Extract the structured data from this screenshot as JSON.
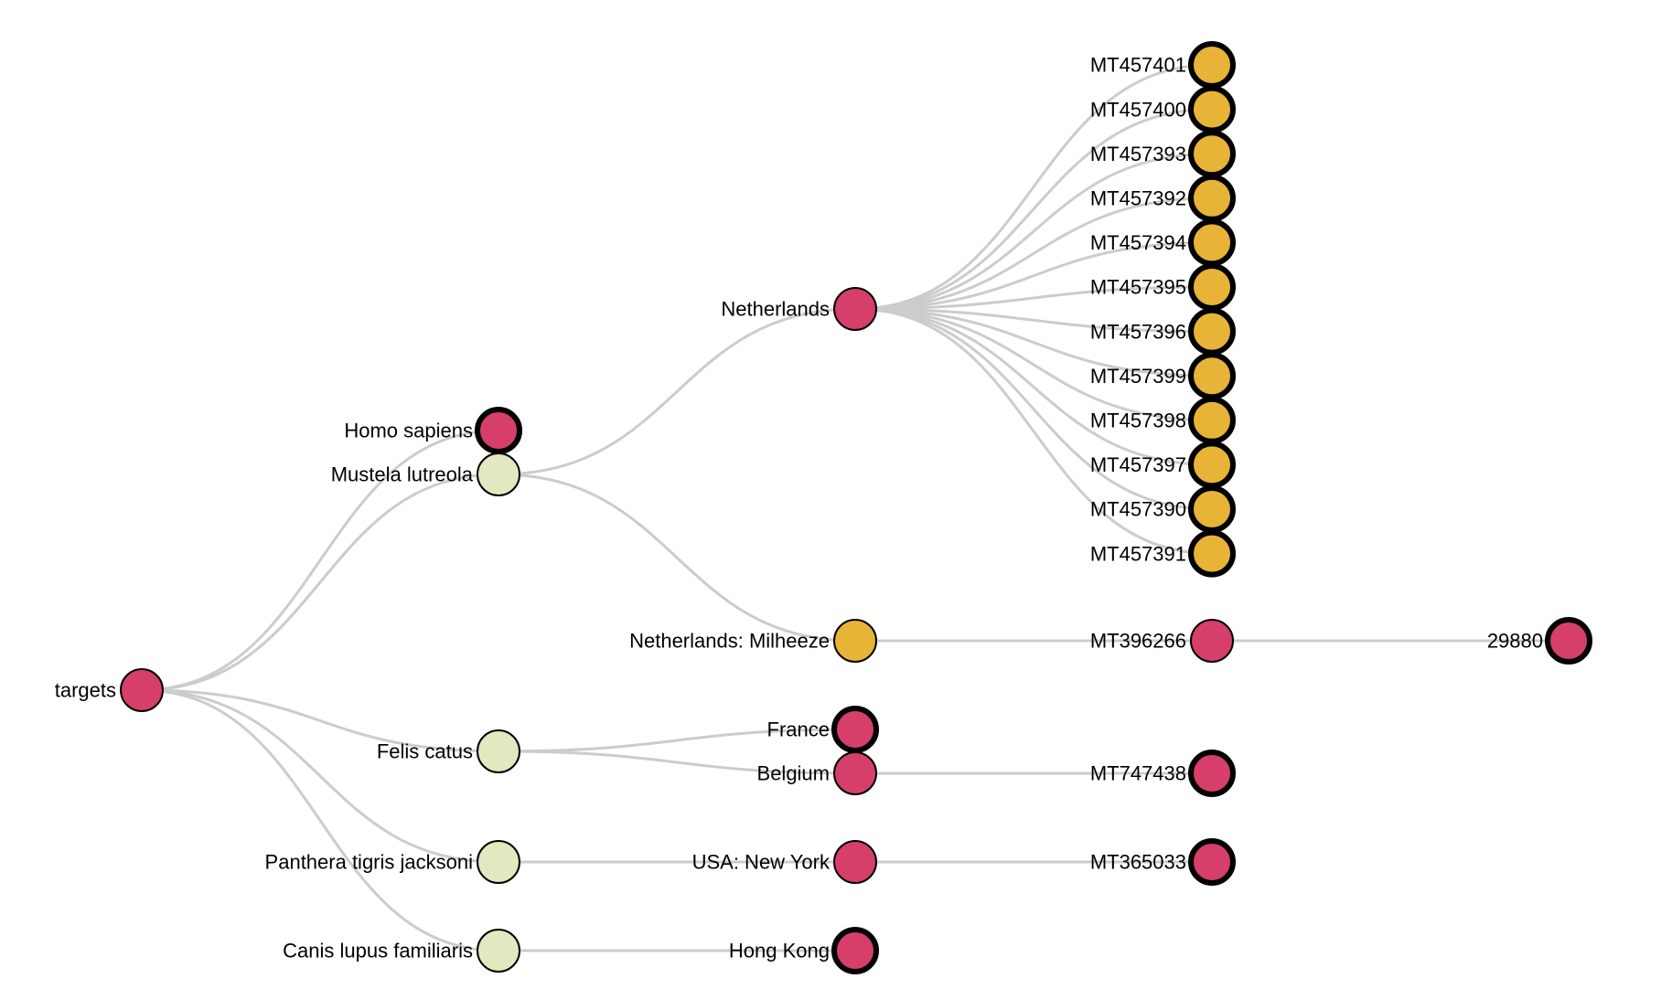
{
  "colors": {
    "pink": "#d63f6a",
    "gold": "#e8b437",
    "pale": "#e3e8c0",
    "link": "#cccccc",
    "outline": "#000000"
  },
  "tree": {
    "id": "targets",
    "label": "targets",
    "color": "pink",
    "thick": false,
    "children": [
      {
        "id": "homo-sapiens",
        "label": "Homo sapiens",
        "color": "pink",
        "thick": true
      },
      {
        "id": "mustela-lutreola",
        "label": "Mustela lutreola",
        "color": "pale",
        "thick": false,
        "children": [
          {
            "id": "netherlands",
            "label": "Netherlands",
            "color": "pink",
            "thick": false,
            "children": [
              {
                "id": "mt457401",
                "label": "MT457401",
                "color": "gold",
                "thick": true
              },
              {
                "id": "mt457400",
                "label": "MT457400",
                "color": "gold",
                "thick": true
              },
              {
                "id": "mt457393",
                "label": "MT457393",
                "color": "gold",
                "thick": true
              },
              {
                "id": "mt457392",
                "label": "MT457392",
                "color": "gold",
                "thick": true
              },
              {
                "id": "mt457394",
                "label": "MT457394",
                "color": "gold",
                "thick": true
              },
              {
                "id": "mt457395",
                "label": "MT457395",
                "color": "gold",
                "thick": true
              },
              {
                "id": "mt457396",
                "label": "MT457396",
                "color": "gold",
                "thick": true
              },
              {
                "id": "mt457399",
                "label": "MT457399",
                "color": "gold",
                "thick": true
              },
              {
                "id": "mt457398",
                "label": "MT457398",
                "color": "gold",
                "thick": true
              },
              {
                "id": "mt457397",
                "label": "MT457397",
                "color": "gold",
                "thick": true
              },
              {
                "id": "mt457390",
                "label": "MT457390",
                "color": "gold",
                "thick": true
              },
              {
                "id": "mt457391",
                "label": "MT457391",
                "color": "gold",
                "thick": true
              }
            ]
          },
          {
            "id": "netherlands-milheeze",
            "label": "Netherlands: Milheeze",
            "color": "gold",
            "thick": false,
            "children": [
              {
                "id": "mt396266",
                "label": "MT396266",
                "color": "pink",
                "thick": false,
                "children": [
                  {
                    "id": "n29880",
                    "label": "29880",
                    "color": "pink",
                    "thick": true
                  }
                ]
              }
            ]
          }
        ]
      },
      {
        "id": "felis-catus",
        "label": "Felis catus",
        "color": "pale",
        "thick": false,
        "children": [
          {
            "id": "france",
            "label": "France",
            "color": "pink",
            "thick": true
          },
          {
            "id": "belgium",
            "label": "Belgium",
            "color": "pink",
            "thick": false,
            "children": [
              {
                "id": "mt747438",
                "label": "MT747438",
                "color": "pink",
                "thick": true
              }
            ]
          }
        ]
      },
      {
        "id": "panthera-tigris-jacksoni",
        "label": "Panthera tigris jacksoni",
        "color": "pale",
        "thick": false,
        "children": [
          {
            "id": "usa-new-york",
            "label": "USA: New York",
            "color": "pink",
            "thick": false,
            "children": [
              {
                "id": "mt365033",
                "label": "MT365033",
                "color": "pink",
                "thick": true
              }
            ]
          }
        ]
      },
      {
        "id": "canis-lupus-familiaris",
        "label": "Canis lupus familiaris",
        "color": "pale",
        "thick": false,
        "children": [
          {
            "id": "hong-kong",
            "label": "Hong Kong",
            "color": "pink",
            "thick": true
          }
        ]
      }
    ]
  }
}
